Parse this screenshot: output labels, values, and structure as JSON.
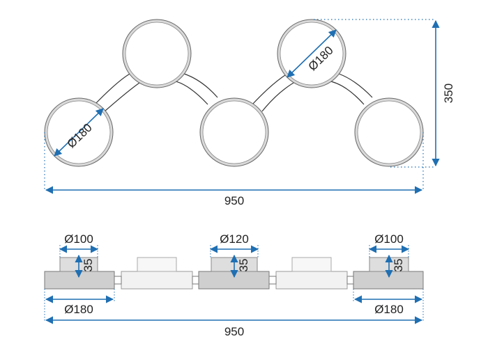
{
  "colors": {
    "dimension_line": "#1f6fb2",
    "ring_fill": "#d8d8d8",
    "ring_outline": "#555555",
    "arm": "#333333",
    "base_dark": "#c8c8c8",
    "base_light": "#f2f2f2",
    "outline": "#666666"
  },
  "top_view": {
    "ring_diameter_left": "Ø180",
    "ring_diameter_right": "Ø180",
    "height": "350",
    "width": "950"
  },
  "side_view": {
    "cap_left": "Ø100",
    "cap_middle": "Ø120",
    "cap_right": "Ø100",
    "cap_height_left": "35",
    "cap_height_middle": "35",
    "cap_height_right": "35",
    "base_left": "Ø180",
    "base_right": "Ø180",
    "width": "950"
  }
}
